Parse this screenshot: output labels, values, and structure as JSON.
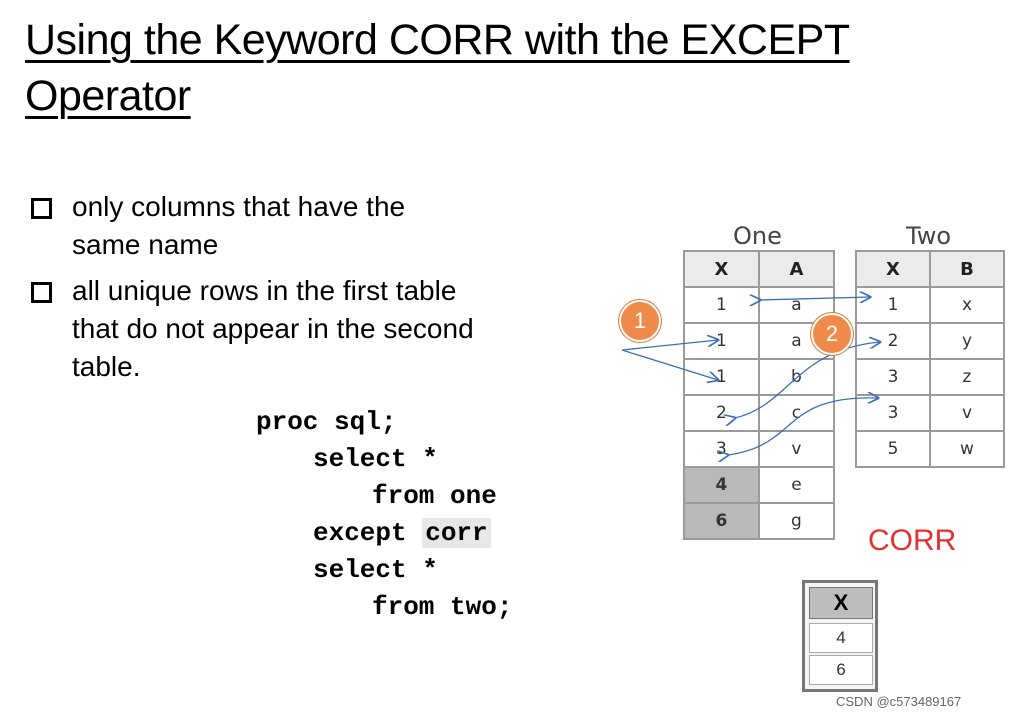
{
  "title": {
    "line1": "Using the Keyword CORR with the EXCEPT",
    "line2": "Operator"
  },
  "bullets": [
    {
      "line1": "only columns that have the",
      "line2": "same name"
    },
    {
      "line1": "all unique rows in the first table",
      "line2": "that do not appear in the second",
      "line3": "table."
    }
  ],
  "code": {
    "l1": "proc sql;",
    "l2": "select *",
    "l3": "from one",
    "l4a": "except ",
    "l4b": "corr",
    "l5": "select *",
    "l6": "from two;"
  },
  "table_one": {
    "caption": "One",
    "headers": [
      "X",
      "A"
    ],
    "rows": [
      [
        "1",
        "a"
      ],
      [
        "1",
        "a"
      ],
      [
        "1",
        "b"
      ],
      [
        "2",
        "c"
      ],
      [
        "3",
        "v"
      ],
      [
        "4",
        "e"
      ],
      [
        "6",
        "g"
      ]
    ]
  },
  "table_two": {
    "caption": "Two",
    "headers": [
      "X",
      "B"
    ],
    "rows": [
      [
        "1",
        "x"
      ],
      [
        "2",
        "y"
      ],
      [
        "3",
        "z"
      ],
      [
        "3",
        "v"
      ],
      [
        "5",
        "w"
      ]
    ]
  },
  "markers": {
    "m1": "1",
    "m2": "2"
  },
  "corr_label": "CORR",
  "result": {
    "header": "X",
    "rows": [
      "4",
      "6"
    ]
  },
  "watermark": "CSDN @c573489167",
  "colors": {
    "arrow": "#3a6fb6",
    "marker": "#ee8a4a",
    "corr": "#e33030"
  }
}
